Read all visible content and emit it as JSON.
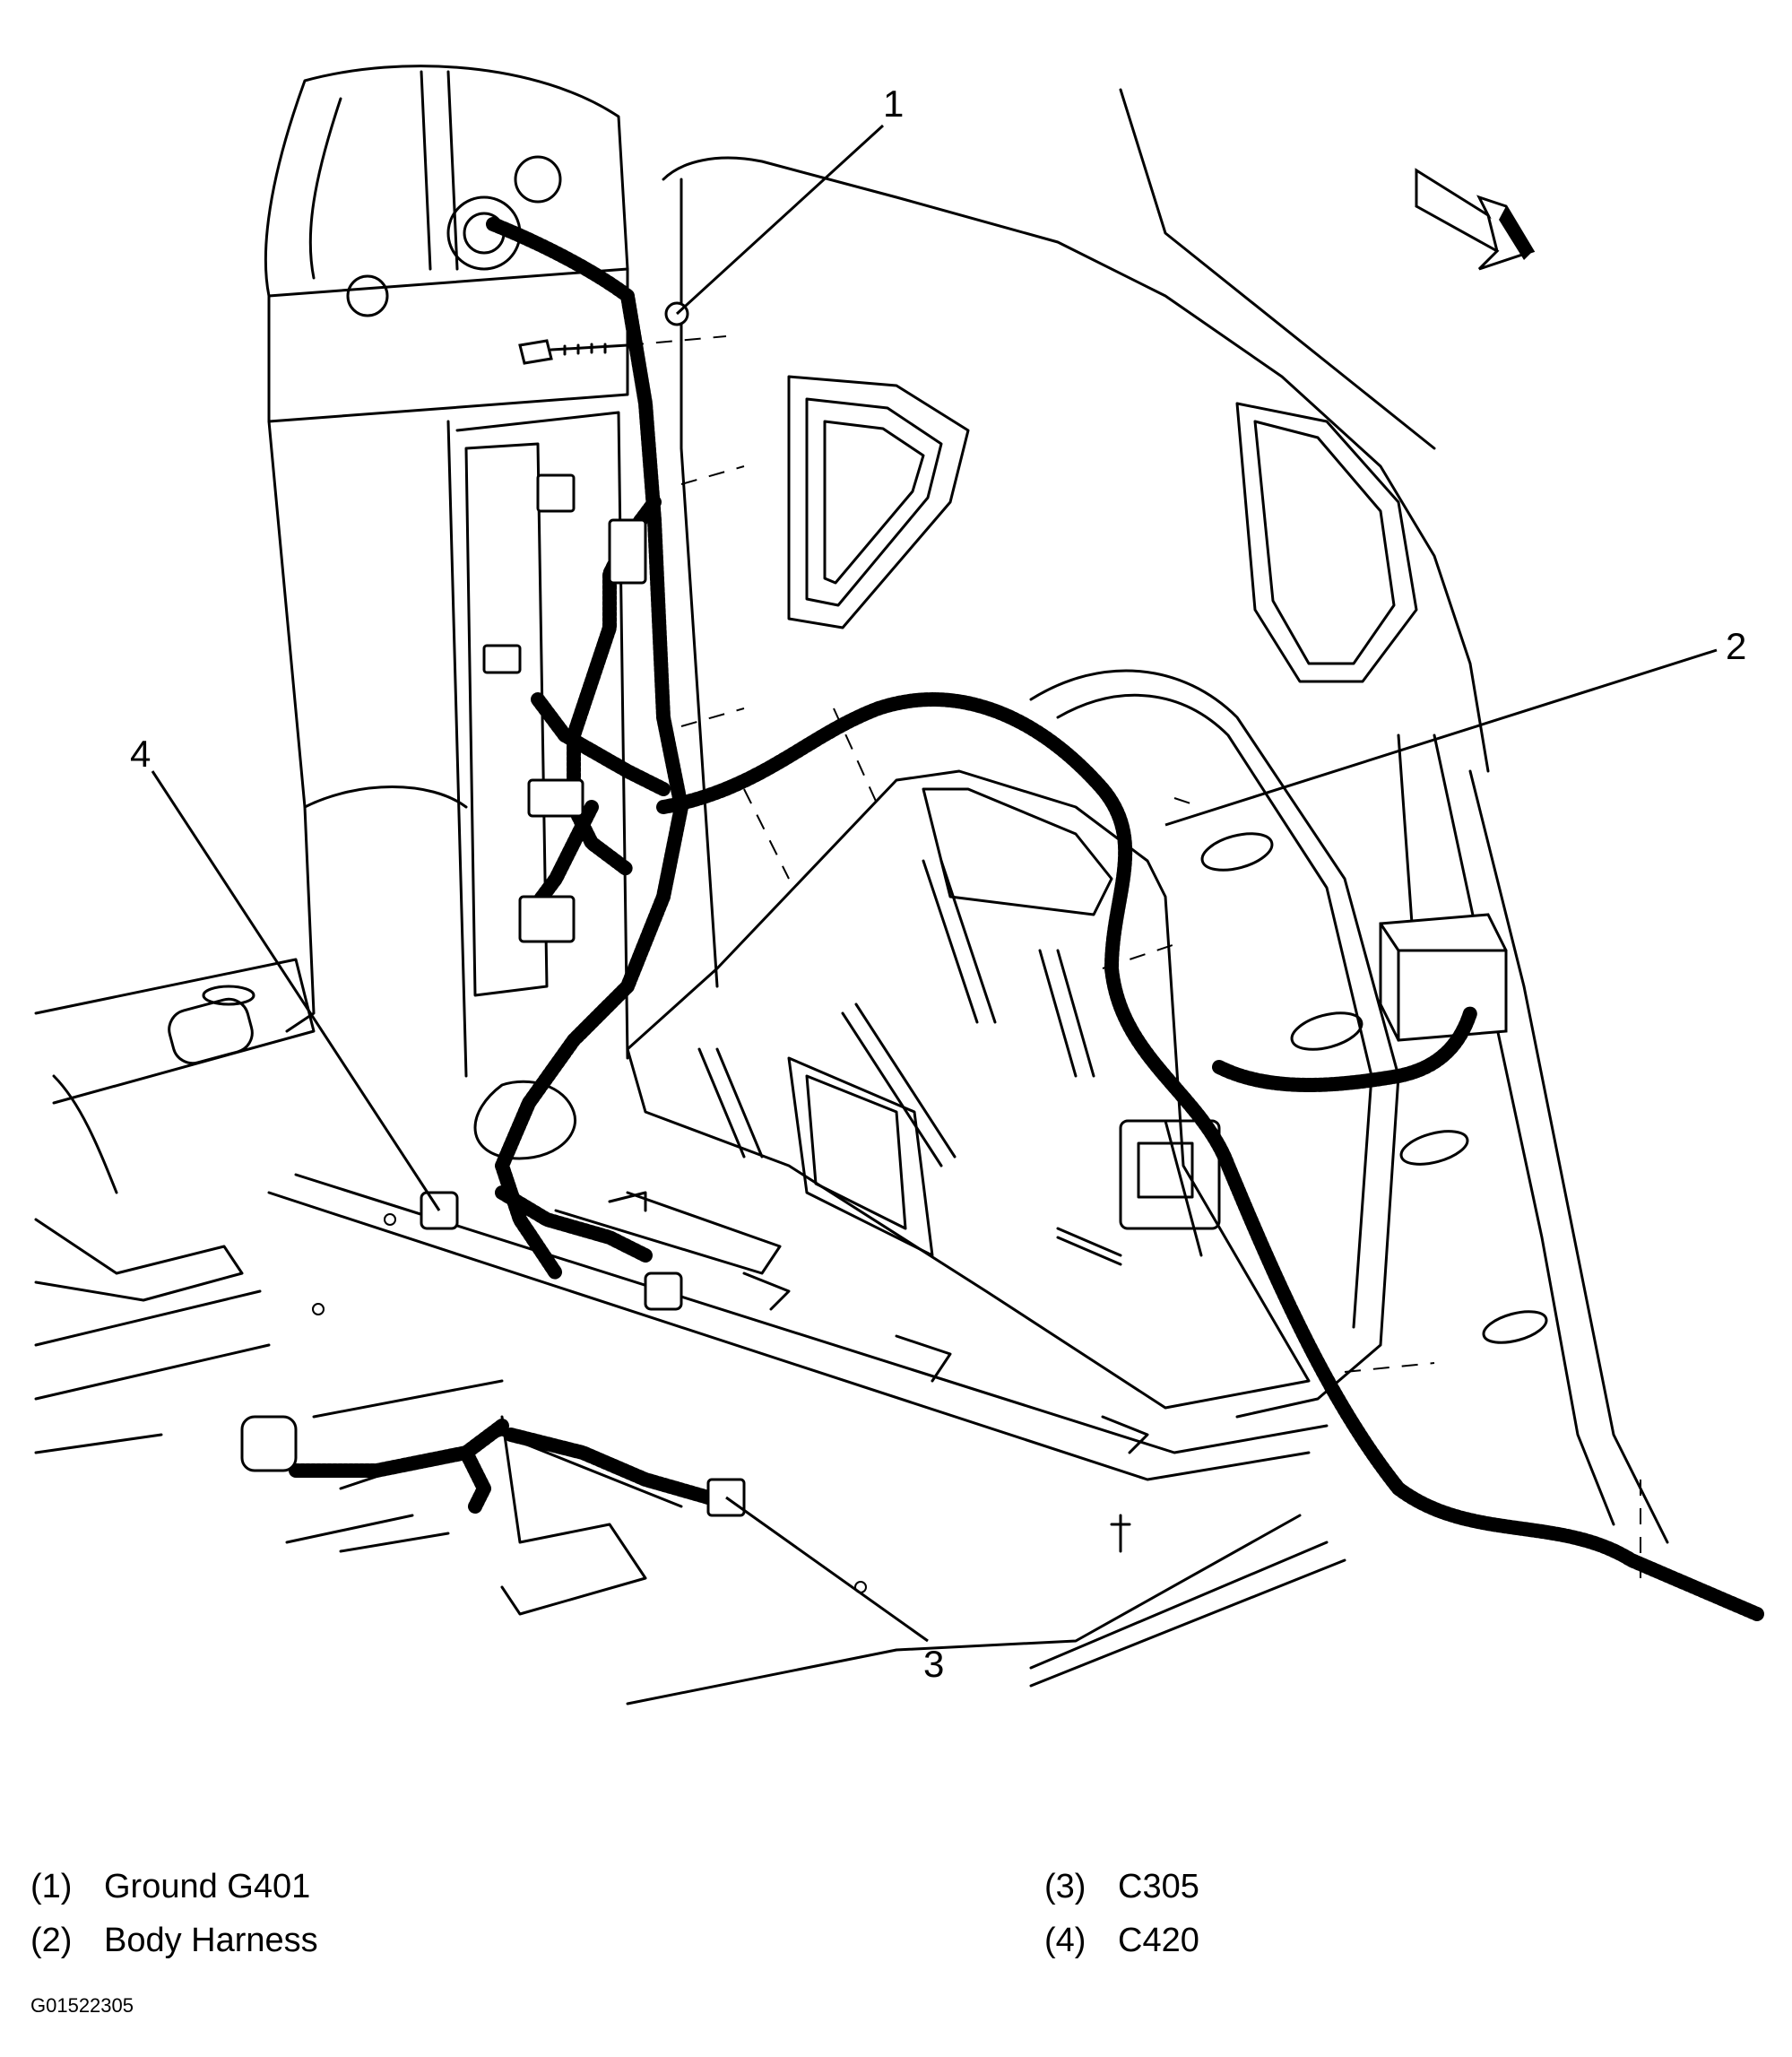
{
  "callouts": [
    {
      "number": "1",
      "label": "Ground G401"
    },
    {
      "number": "2",
      "label": "Body Harness"
    },
    {
      "number": "3",
      "label": "C305"
    },
    {
      "number": "4",
      "label": "C420"
    }
  ],
  "legend": {
    "item1": {
      "num": "(1)",
      "label": "Ground G401"
    },
    "item2": {
      "num": "(2)",
      "label": "Body Harness"
    },
    "item3": {
      "num": "(3)",
      "label": "C305"
    },
    "item4": {
      "num": "(4)",
      "label": "C420"
    }
  },
  "figure_id": "G01522305",
  "icons": {
    "direction_arrow": "forward-direction-arrow-icon"
  }
}
